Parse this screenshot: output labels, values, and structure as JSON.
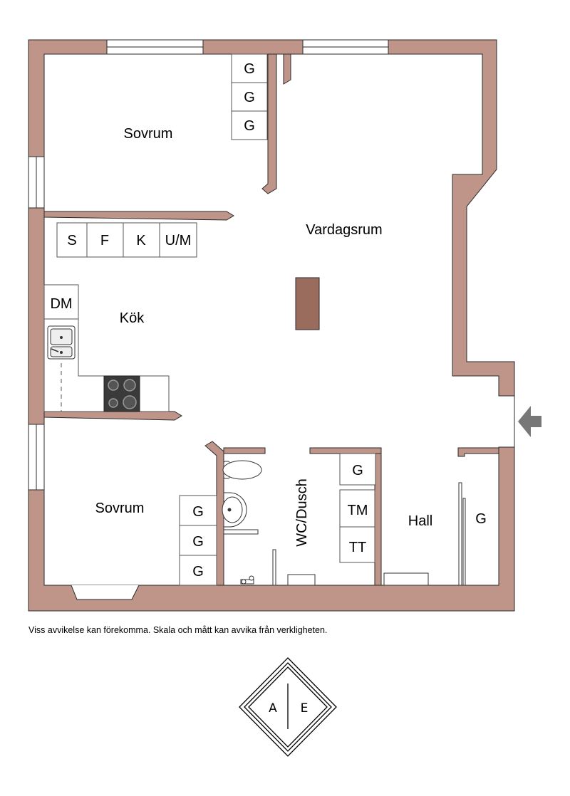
{
  "rooms": {
    "bedroom_top": "Sovrum",
    "bedroom_bottom": "Sovrum",
    "living_room": "Vardagsrum",
    "kitchen": "Kök",
    "bathroom": "WC/Dusch",
    "hall": "Hall"
  },
  "fixtures": {
    "wardrobe": "G",
    "stove_row": [
      "S",
      "F",
      "K",
      "U/M"
    ],
    "dishwasher": "DM",
    "dryer": "TM",
    "drying_cabinet": "TT"
  },
  "disclaimer": "Viss avvikelse kan förekomma. Skala och mått kan avvika från verkligheten.",
  "logo": {
    "left": "A",
    "right": "E"
  },
  "colors": {
    "wall": "#bf958a",
    "outline": "#2a2a2a",
    "column": "#9a6c5e"
  }
}
